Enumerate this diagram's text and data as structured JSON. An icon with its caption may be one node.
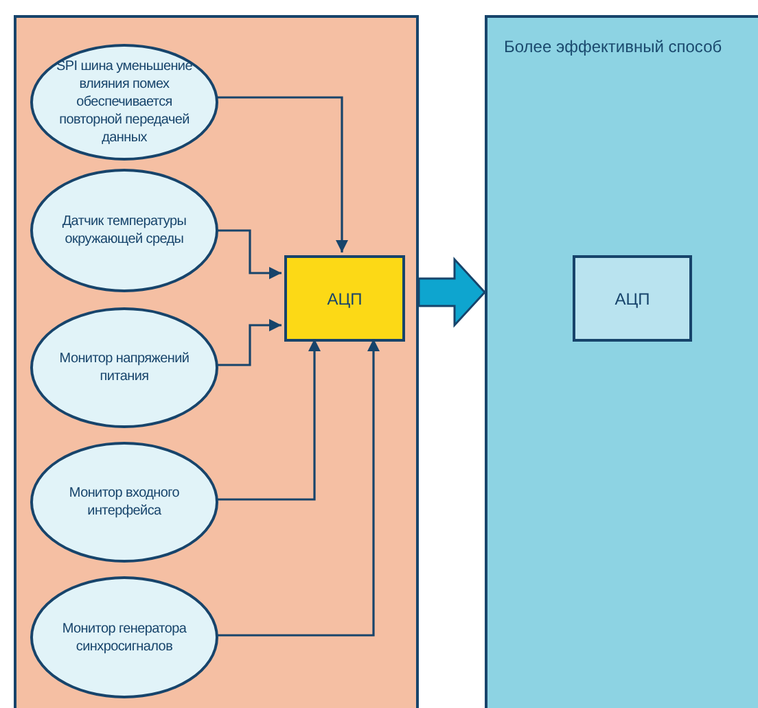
{
  "diagram": {
    "nodes": [
      {
        "text": [],
        "shape": "box"
      },
      {
        "text": [
          "SPI шина уменьшение влияния помех обеспечивается повторной передачей данных"
        ],
        "in": 0
      },
      {
        "text": [
          "Датчик температуры окружающей среды"
        ],
        "in": 0
      },
      {
        "text": [
          "Монитор напряжений питания"
        ],
        "in": 0
      },
      {
        "text": [
          "Монитор входного интерфейса"
        ],
        "in": 0
      },
      {
        "text": [
          "Монитор генератора синхросигналов"
        ],
        "in": 0
      },
      {
        "text": [
          "АЦП"
        ],
        "in": 0
      },
      {
        "text": [
          "Более эффективный способ"
        ]
      },
      {
        "text": [
          "АЦП"
        ],
        "in": 7
      }
    ],
    "edges": [
      {
        "from": 1,
        "to": 6,
        "arrow": "to"
      },
      {
        "from": 2,
        "to": 6,
        "arrow": "to"
      },
      {
        "from": 3,
        "to": 6,
        "arrow": "to"
      },
      {
        "from": 4,
        "to": 6,
        "arrow": "to"
      },
      {
        "from": 5,
        "to": 6,
        "arrow": "to"
      },
      {
        "from": 0,
        "to": 7,
        "arrow": "to",
        "style": "thick",
        "color": "#0ea5cf"
      }
    ]
  }
}
